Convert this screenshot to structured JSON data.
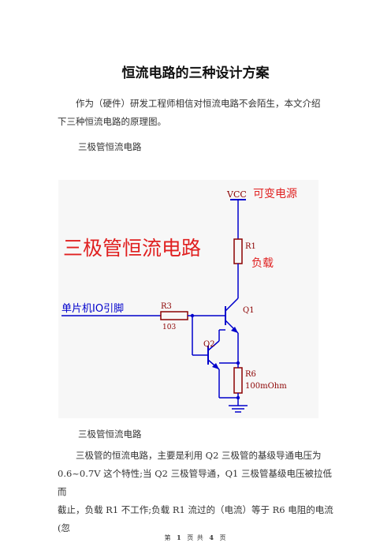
{
  "document": {
    "title": "恒流电路的三种设计方案",
    "intro_line1": "作为（硬件）研发工程师相信对恒流电路不会陌生，本文介绍",
    "intro_line2": "下三种恒流电路的原理图。",
    "section_heading": "三极管恒流电路",
    "figure_caption": "三极管恒流电路",
    "body_line1": "三极管的恒流电路，主要是利用  Q2  三极管的基级导通电压为",
    "body_line2": "0.6~0.7V 这个特性;当 Q2 三极管导通，Q1 三极管基级电压被拉低而",
    "body_line3": "截止，负载 R1 不工作;负载 R1 流过的（电流）等于 R6 电阻的电流(忽"
  },
  "diagram": {
    "big_label": "三极管恒流电路",
    "vcc_label": "VCC",
    "vcc_note": "可变电源",
    "r1_label": "R1",
    "load_label": "负载",
    "mcu_label": "单片机IO引脚",
    "r3_label": "R3",
    "r3_value": "103",
    "q1_label": "Q1",
    "q2_label": "Q2",
    "r6_label": "R6",
    "r6_value": "100mOhm",
    "colors": {
      "wire": "#0000cc",
      "red": "#e02020",
      "dark_red": "#8b0000"
    }
  },
  "footer": {
    "prefix": "第",
    "page": "1",
    "middle": "页  共",
    "total": "4",
    "suffix": "页"
  }
}
